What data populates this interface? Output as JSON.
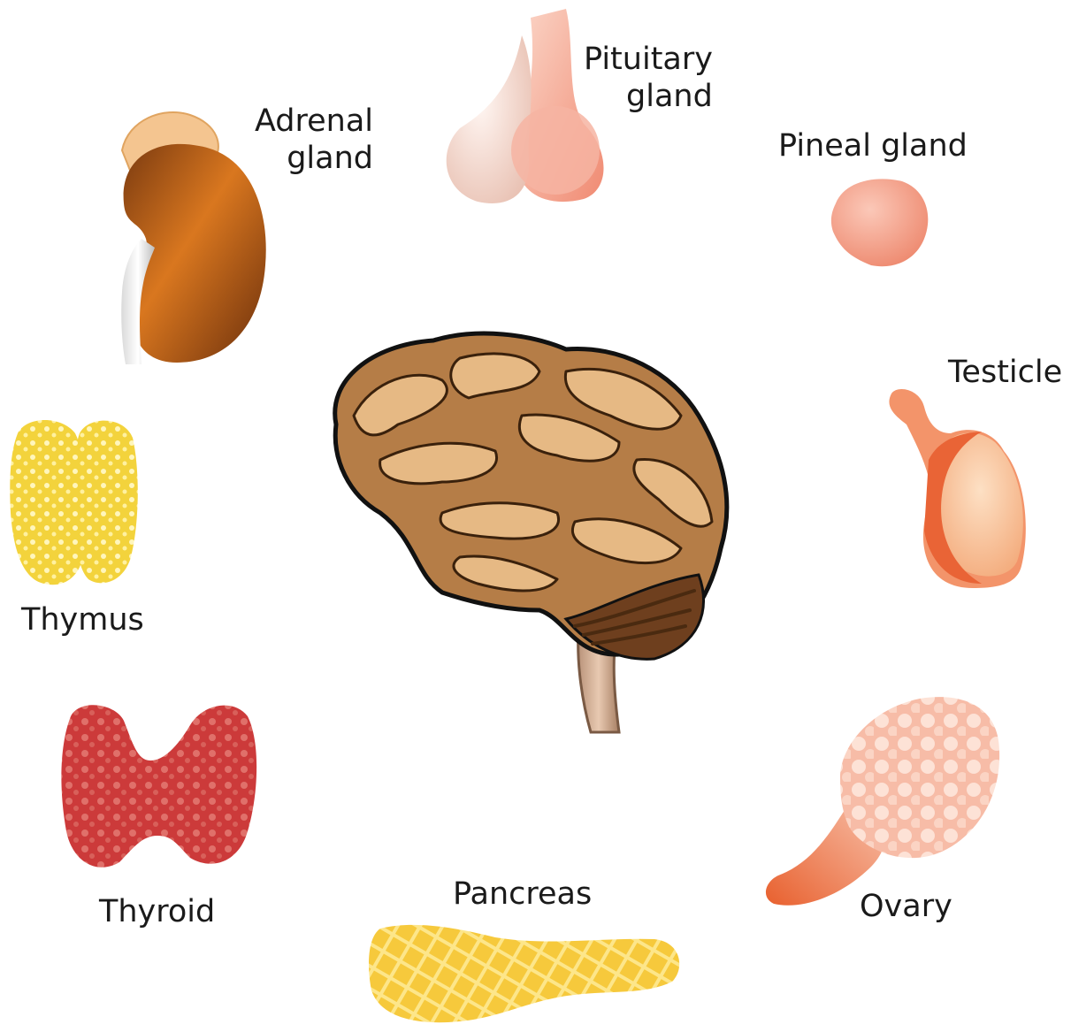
{
  "labels": {
    "pituitary": [
      "Pituitary",
      "gland"
    ],
    "adrenal": [
      "Adrenal",
      "gland"
    ],
    "pineal": "Pineal gland",
    "testicle": "Testicle",
    "thymus": "Thymus",
    "thyroid": "Thyroid",
    "pancreas": "Pancreas",
    "ovary": "Ovary"
  },
  "organs": {
    "brain": {
      "icon": "brain-icon",
      "color": "#9b6a3c"
    },
    "pituitary": {
      "icon": "pituitary-gland-icon",
      "color": "#f4a38d"
    },
    "adrenal": {
      "icon": "kidney-adrenal-icon",
      "color": "#a5501a"
    },
    "pineal": {
      "icon": "pineal-gland-icon",
      "color": "#f39a85"
    },
    "testicle": {
      "icon": "testicle-icon",
      "color": "#f7b98a"
    },
    "thymus": {
      "icon": "thymus-icon",
      "color": "#f2d43a"
    },
    "thyroid": {
      "icon": "thyroid-icon",
      "color": "#c9383a"
    },
    "pancreas": {
      "icon": "pancreas-icon",
      "color": "#f6c53a"
    },
    "ovary": {
      "icon": "ovary-icon",
      "color": "#f6b7a0"
    }
  }
}
